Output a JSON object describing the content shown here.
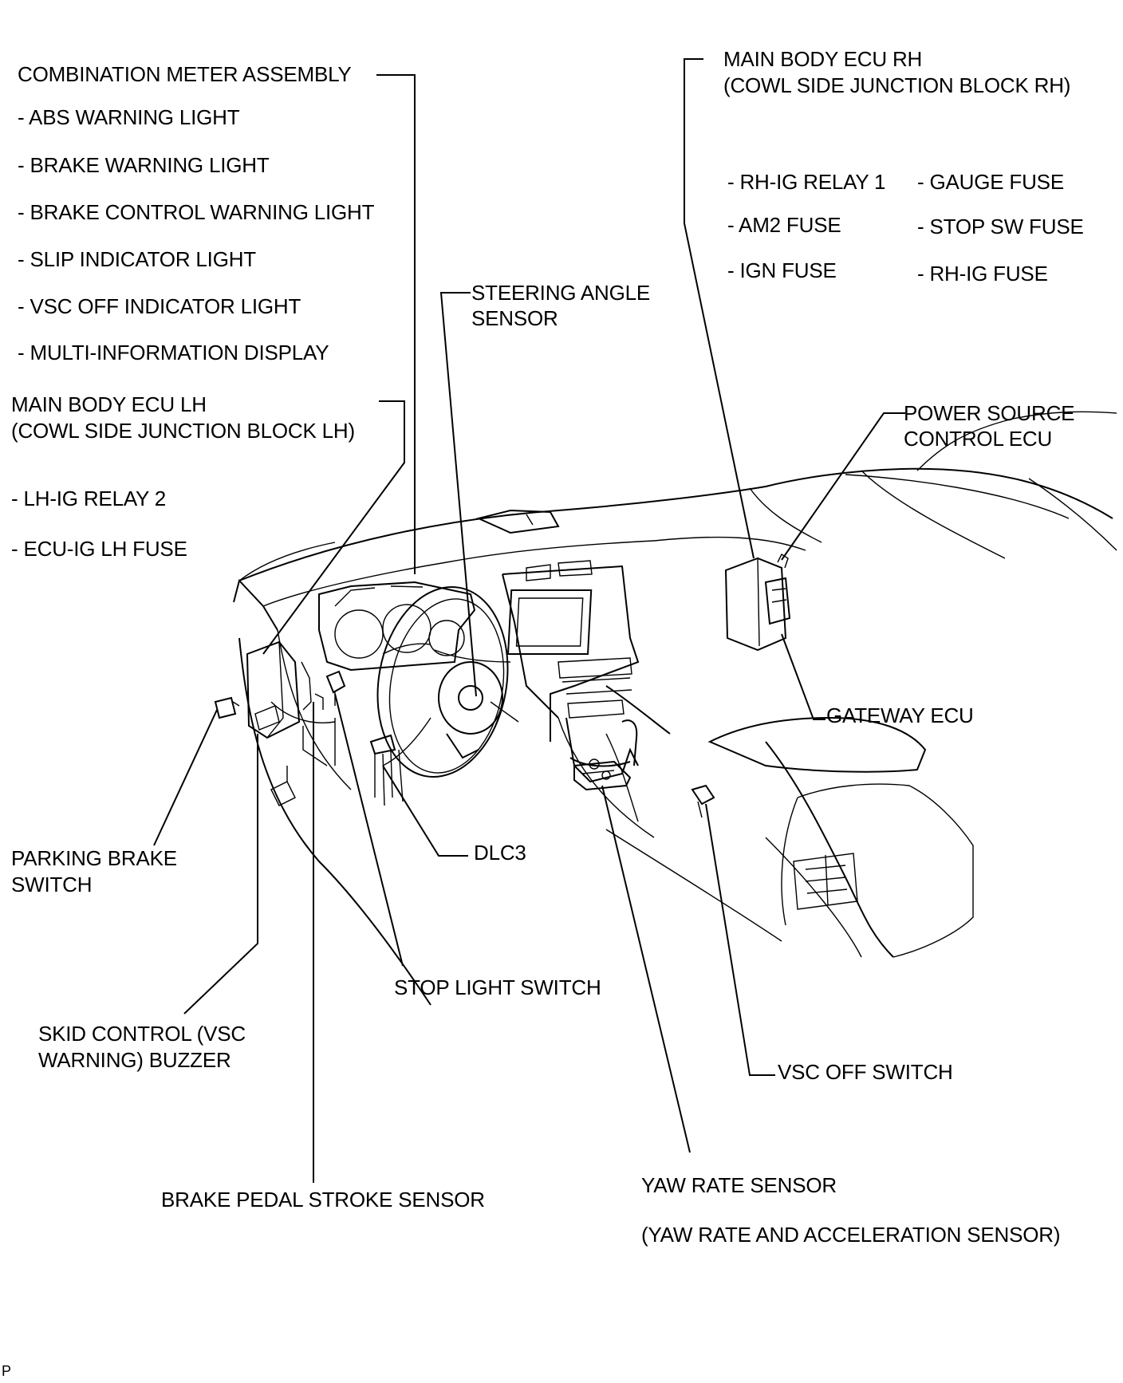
{
  "labels": {
    "combination_meter": "COMBINATION METER ASSEMBLY",
    "meter_items": [
      "- ABS WARNING LIGHT",
      "- BRAKE WARNING LIGHT",
      "- BRAKE CONTROL WARNING LIGHT",
      "- SLIP INDICATOR LIGHT",
      "- VSC OFF INDICATOR LIGHT",
      "- MULTI-INFORMATION DISPLAY"
    ],
    "main_body_ecu_lh": "MAIN BODY ECU LH",
    "cowl_lh": "(COWL SIDE JUNCTION BLOCK LH)",
    "lh_items": [
      "- LH-IG RELAY 2",
      "- ECU-IG LH FUSE"
    ],
    "main_body_ecu_rh": "MAIN BODY ECU RH",
    "cowl_rh": "(COWL SIDE JUNCTION BLOCK RH)",
    "rh_items_left": [
      "- RH-IG RELAY 1",
      "- AM2 FUSE",
      "- IGN FUSE"
    ],
    "rh_items_right": [
      "- GAUGE FUSE",
      "- STOP SW FUSE",
      "- RH-IG FUSE"
    ],
    "steering_angle_1": "STEERING ANGLE",
    "steering_angle_2": "SENSOR",
    "power_source_1": "POWER SOURCE",
    "power_source_2": "CONTROL ECU",
    "gateway_ecu": "GATEWAY ECU",
    "parking_brake_1": "PARKING BRAKE",
    "parking_brake_2": "SWITCH",
    "dlc3": "DLC3",
    "stop_light": "STOP LIGHT SWITCH",
    "skid_buzzer_1": "SKID CONTROL (VSC",
    "skid_buzzer_2": "WARNING) BUZZER",
    "vsc_off": "VSC OFF SWITCH",
    "brake_pedal": "BRAKE PEDAL STROKE SENSOR",
    "yaw_rate": "YAW RATE SENSOR",
    "yaw_rate_sub": "(YAW RATE AND ACCELERATION SENSOR)",
    "corner_mark": "P"
  }
}
